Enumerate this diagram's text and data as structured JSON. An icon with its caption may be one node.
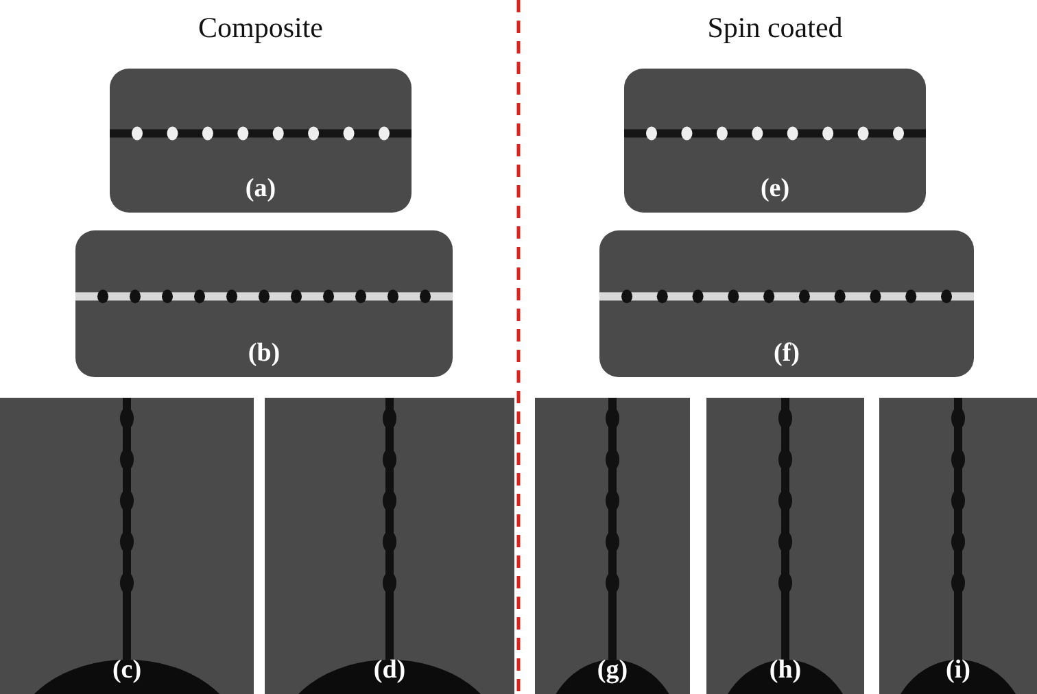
{
  "diagram": {
    "nodes": [
      {
        "text": [
          "(a)"
        ]
      },
      {
        "text": [
          "(b)"
        ]
      },
      {
        "text": [
          "(c)"
        ]
      },
      {
        "text": [
          "(d)"
        ]
      },
      {
        "text": [
          "(e)"
        ]
      },
      {
        "text": [
          "(f)"
        ]
      },
      {
        "text": [
          "(g)"
        ]
      },
      {
        "text": [
          "(h)"
        ]
      },
      {
        "text": [
          "(i)"
        ]
      }
    ],
    "labels": [
      "Composite",
      "Spin coated"
    ]
  }
}
